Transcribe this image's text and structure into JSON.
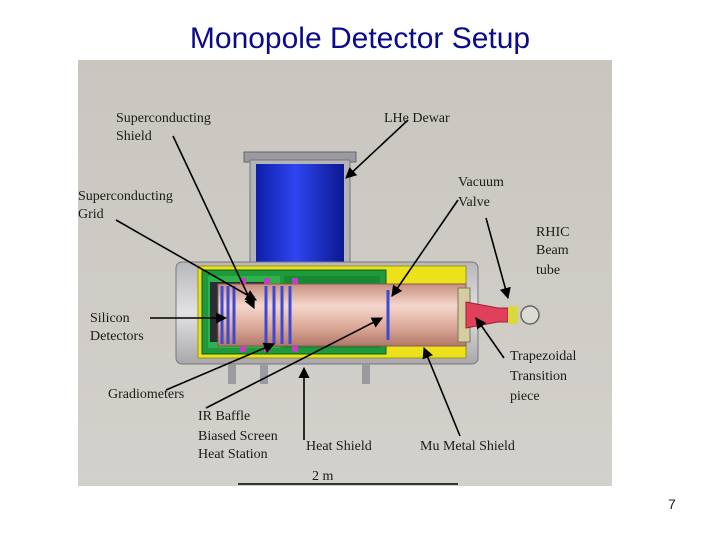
{
  "title": "Monopole Detector Setup",
  "page_number": "7",
  "labels": {
    "superconducting_shield": [
      "Superconducting",
      "Shield"
    ],
    "lhe_dewar": [
      "LHe Dewar"
    ],
    "vacuum_valve": [
      "Vacuum",
      "Valve"
    ],
    "superconducting_grid": [
      "Superconducting",
      "Grid"
    ],
    "rhic_beam_tube": [
      "RHIC",
      "Beam",
      "tube"
    ],
    "silicon_detectors": [
      "Silicon",
      "Detectors"
    ],
    "trapezoidal_transition": [
      "Trapezoidal",
      "Transition",
      "piece"
    ],
    "gradiometers": [
      "Gradiometers"
    ],
    "ir_baffle_group": [
      "IR Baffle",
      "Biased Screen",
      "Heat Station"
    ],
    "heat_shield": [
      "Heat Shield"
    ],
    "mu_metal_shield": [
      "Mu Metal Shield"
    ],
    "scale": [
      "2 m"
    ]
  },
  "colors": {
    "title": "#0a0a8a",
    "background": "#cdcac3",
    "dewar": "#1f2fd8",
    "heat_shield": "#1e9a3c",
    "mu_metal_shield": "#ece21c",
    "detector_tube": "#e8b8a8",
    "transition_piece": "#e0405a"
  }
}
